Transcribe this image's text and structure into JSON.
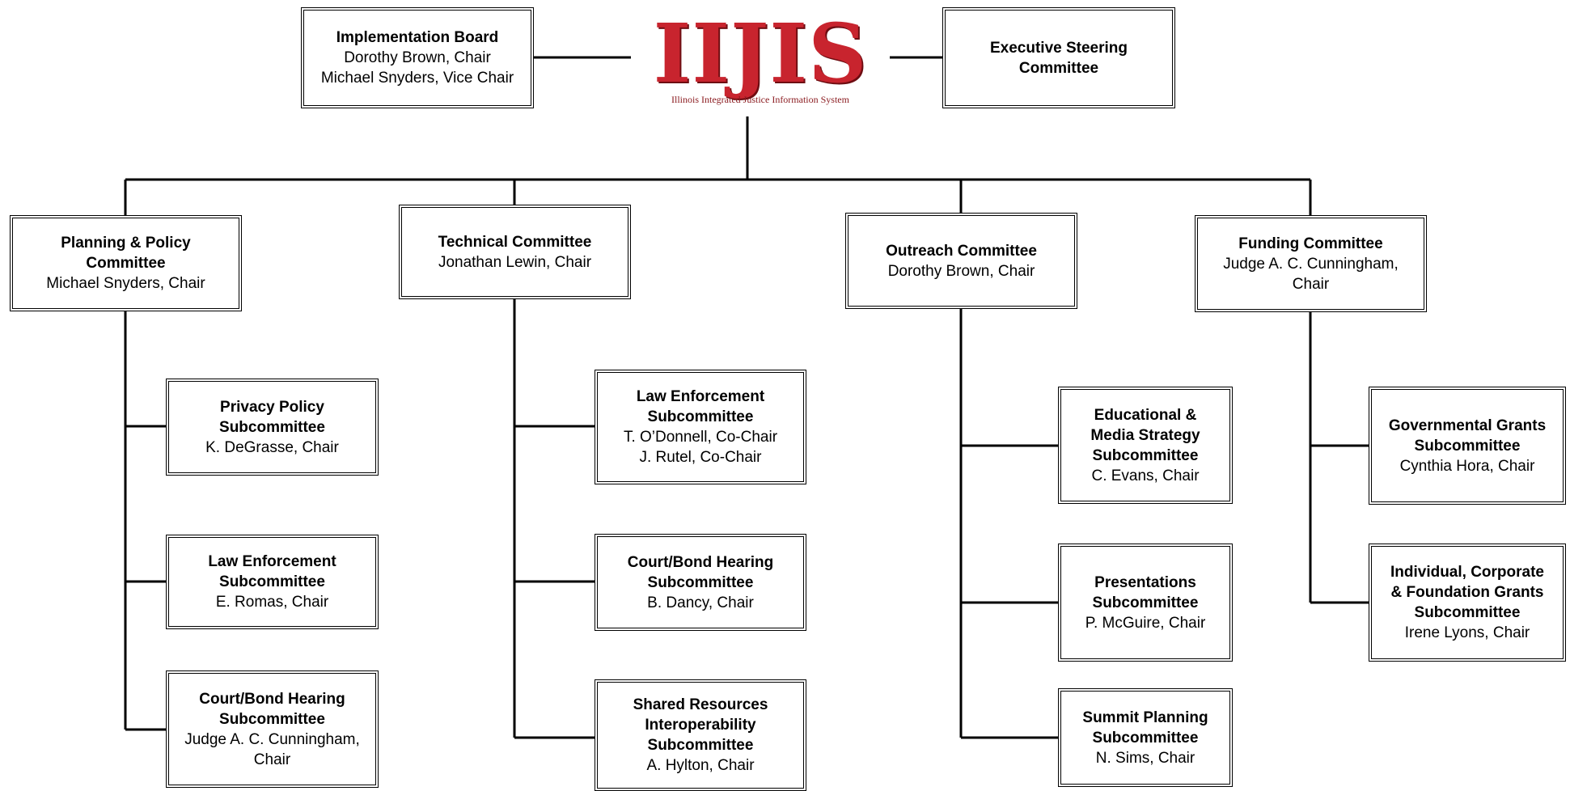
{
  "logo": {
    "title": "IIJIS",
    "subtitle": "Illinois Integrated Justice Information System"
  },
  "top": {
    "implementation_board": {
      "title": [
        "Implementation Board"
      ],
      "people": [
        "Dorothy Brown, Chair",
        "Michael Snyders, Vice Chair"
      ]
    },
    "executive_steering": {
      "title": [
        "Executive Steering",
        "Committee"
      ],
      "people": []
    }
  },
  "committees": [
    {
      "title": [
        "Planning & Policy",
        "Committee"
      ],
      "people": [
        "Michael Snyders, Chair"
      ],
      "subcommittees": [
        {
          "title": [
            "Privacy Policy",
            "Subcommittee"
          ],
          "people": [
            "K. DeGrasse, Chair"
          ]
        },
        {
          "title": [
            "Law Enforcement",
            "Subcommittee"
          ],
          "people": [
            "E. Romas, Chair"
          ]
        },
        {
          "title": [
            "Court/Bond Hearing",
            "Subcommittee"
          ],
          "people": [
            "Judge A. C. Cunningham,",
            "Chair"
          ]
        }
      ]
    },
    {
      "title": [
        "Technical Committee"
      ],
      "people": [
        "Jonathan Lewin, Chair"
      ],
      "subcommittees": [
        {
          "title": [
            "Law Enforcement",
            "Subcommittee"
          ],
          "people": [
            "T. O’Donnell, Co-Chair",
            "J. Rutel, Co-Chair"
          ]
        },
        {
          "title": [
            "Court/Bond Hearing",
            "Subcommittee"
          ],
          "people": [
            "B. Dancy, Chair"
          ]
        },
        {
          "title": [
            "Shared Resources",
            "Interoperability",
            "Subcommittee"
          ],
          "people": [
            "A. Hylton, Chair"
          ]
        }
      ]
    },
    {
      "title": [
        "Outreach Committee"
      ],
      "people": [
        "Dorothy Brown, Chair"
      ],
      "subcommittees": [
        {
          "title": [
            "Educational &",
            "Media Strategy",
            "Subcommittee"
          ],
          "people": [
            "C. Evans, Chair"
          ]
        },
        {
          "title": [
            "Presentations",
            "Subcommittee"
          ],
          "people": [
            "P. McGuire, Chair"
          ]
        },
        {
          "title": [
            "Summit Planning",
            "Subcommittee"
          ],
          "people": [
            "N. Sims, Chair"
          ]
        }
      ]
    },
    {
      "title": [
        "Funding Committee"
      ],
      "people": [
        "Judge A. C. Cunningham,",
        "Chair"
      ],
      "subcommittees": [
        {
          "title": [
            "Governmental Grants",
            "Subcommittee"
          ],
          "people": [
            "Cynthia Hora, Chair"
          ]
        },
        {
          "title": [
            "Individual, Corporate",
            "& Foundation Grants",
            "Subcommittee"
          ],
          "people": [
            "Irene Lyons, Chair"
          ]
        }
      ]
    }
  ]
}
